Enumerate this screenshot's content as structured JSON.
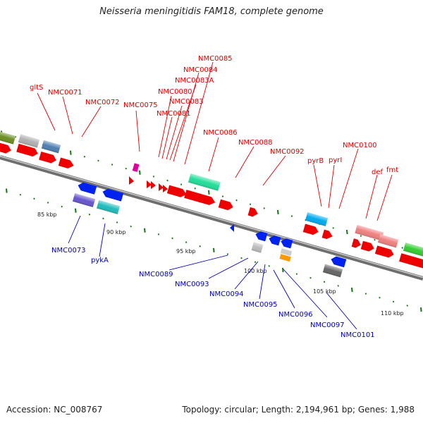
{
  "title": "Neisseria meningitidis FAM18, complete genome",
  "footer": {
    "accession": "Accession: NC_008767",
    "summary": "Topology: circular; Length: 2,194,961 bp; Genes: 1,988"
  },
  "ticks": [
    "85 kbp",
    "90 kbp",
    "95 kbp",
    "100 kbp",
    "105 kbp",
    "110 kbp"
  ],
  "labels_top": [
    "gltS",
    "NMC0071",
    "NMC0072",
    "NMC0075",
    "NMC0080",
    "NMC0081",
    "NMC0083",
    "NMC0083A",
    "NMC0084",
    "NMC0085",
    "NMC0086",
    "NMC0088",
    "NMC0092",
    "pyrB",
    "pyrI",
    "NMC0100",
    "def",
    "fmt"
  ],
  "labels_bottom": [
    "NMC0073",
    "pykA",
    "NMC0089",
    "NMC0093",
    "NMC0094",
    "NMC0095",
    "NMC0096",
    "NMC0097",
    "NMC0101"
  ],
  "colors": {
    "forward_label": "#dd0000",
    "reverse_label": "#0000bb",
    "gene_red": "#ee0000",
    "gene_blue": "#0022ee",
    "backbone": "#808080",
    "tick": "#117711"
  }
}
